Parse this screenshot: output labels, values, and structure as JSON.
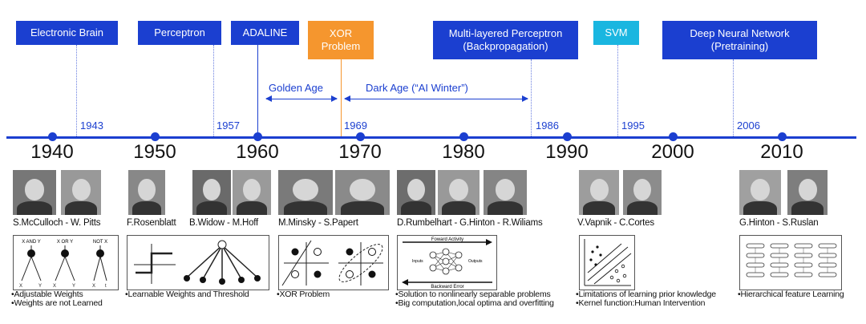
{
  "events": [
    {
      "id": "electronic-brain",
      "lines": [
        "Electronic Brain"
      ],
      "color": "#1b3fd0"
    },
    {
      "id": "perceptron",
      "lines": [
        "Perceptron"
      ],
      "color": "#1b3fd0"
    },
    {
      "id": "adaline",
      "lines": [
        "ADALINE"
      ],
      "color": "#1b3fd0"
    },
    {
      "id": "xor-problem",
      "lines": [
        "XOR",
        "Problem"
      ],
      "color": "#f5962e"
    },
    {
      "id": "multilayered-perceptron",
      "lines": [
        "Multi-layered Perceptron",
        "(Backpropagation)"
      ],
      "color": "#1b3fd0"
    },
    {
      "id": "svm",
      "lines": [
        "SVM"
      ],
      "color": "#1ab6e0"
    },
    {
      "id": "deep-neural-network",
      "lines": [
        "Deep Neural Network",
        "(Pretraining)"
      ],
      "color": "#1b3fd0"
    }
  ],
  "ages": {
    "golden": "Golden Age",
    "dark": "Dark Age (“AI Winter”)"
  },
  "years": [
    "1943",
    "1957",
    "1969",
    "1986",
    "1995",
    "2006"
  ],
  "decades": [
    "1940",
    "1950",
    "1960",
    "1970",
    "1980",
    "1990",
    "2000",
    "2010"
  ],
  "researchers": [
    {
      "names": "S.McCulloch - W. Pitts",
      "notes": [
        "Adjustable Weights",
        "Weights are not Learned"
      ]
    },
    {
      "names": "F.Rosenblatt",
      "notes": [
        "Learnable Weights and Threshold"
      ]
    },
    {
      "names": "B.Widow - M.Hoff",
      "notes": []
    },
    {
      "names": "M.Minsky - S.Papert",
      "notes": [
        "XOR Problem"
      ]
    },
    {
      "names": "D.Rumbelhart - G.Hinton - R.Wiliams",
      "notes": [
        "Solution to nonlinearly separable problems",
        "Big computation,local optima and overfitting"
      ]
    },
    {
      "names": "V.Vapnik - C.Cortes",
      "notes": [
        "Limitations of learning prior knowledge",
        "Kernel function:Human Intervention"
      ]
    },
    {
      "names": "G.Hinton - S.Ruslan",
      "notes": [
        "Hierarchical feature Learning"
      ]
    }
  ],
  "diagram_labels": {
    "logic": [
      "X AND Y",
      "X OR Y",
      "NOT X"
    ],
    "forward": "Foward Activity",
    "backward": "Backward Error",
    "inputs": "Inputs",
    "outputs": "Outputs"
  },
  "colors": {
    "accent": "#1b3fd0",
    "xor": "#f5962e",
    "svm": "#1ab6e0"
  }
}
